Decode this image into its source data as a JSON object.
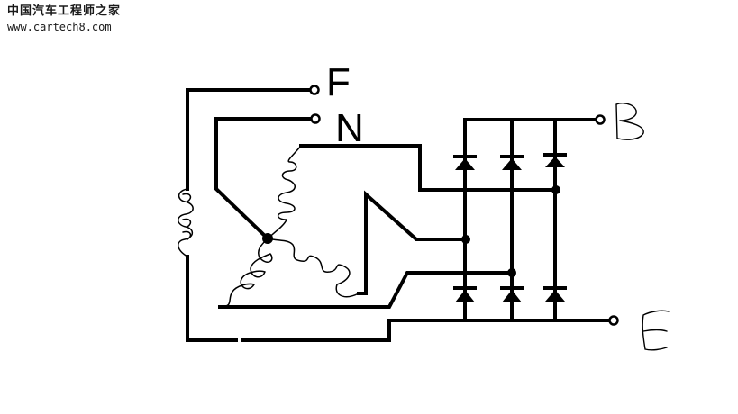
{
  "watermark": {
    "site_name_cn": "中国汽车工程师之家",
    "site_url": "www.cartech8.com"
  },
  "terminals": {
    "field": "F",
    "neutral": "N"
  },
  "colors": {
    "ink": "#000000",
    "background": "#ffffff"
  }
}
